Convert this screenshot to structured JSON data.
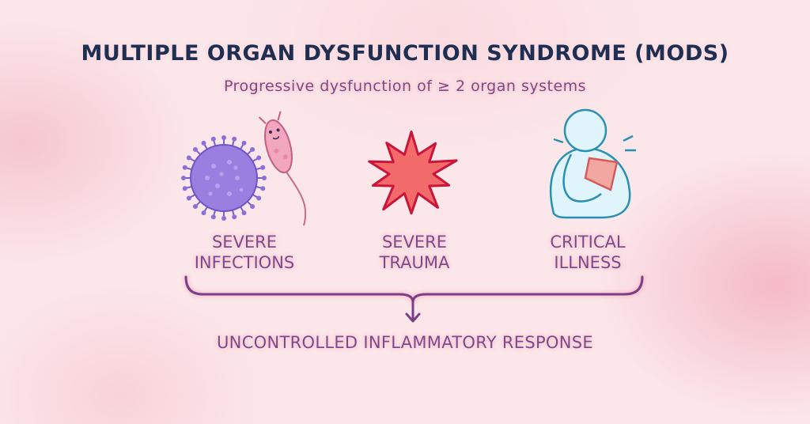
{
  "title": "Multiple Organ Dysfunction Syndrome (MODS)",
  "subtitle": "Progressive dysfunction of ≥ 2 organ systems",
  "causes": [
    {
      "line1": "Severe",
      "line2": "Infections",
      "icon": "virus-and-bacterium-icon"
    },
    {
      "line1": "Severe",
      "line2": "Trauma",
      "icon": "starburst-trauma-icon"
    },
    {
      "line1": "Critical",
      "line2": "Illness",
      "icon": "sick-person-icon"
    }
  ],
  "result": "Uncontrolled inflammatory response",
  "colors": {
    "title": "#1f2f52",
    "label": "#7b4a8c",
    "glow": "#f6a0b2",
    "virus": "#9a7fe0",
    "trauma_fill": "#f26a6a",
    "trauma_stroke": "#c9153a",
    "person": "#dff4fb"
  }
}
